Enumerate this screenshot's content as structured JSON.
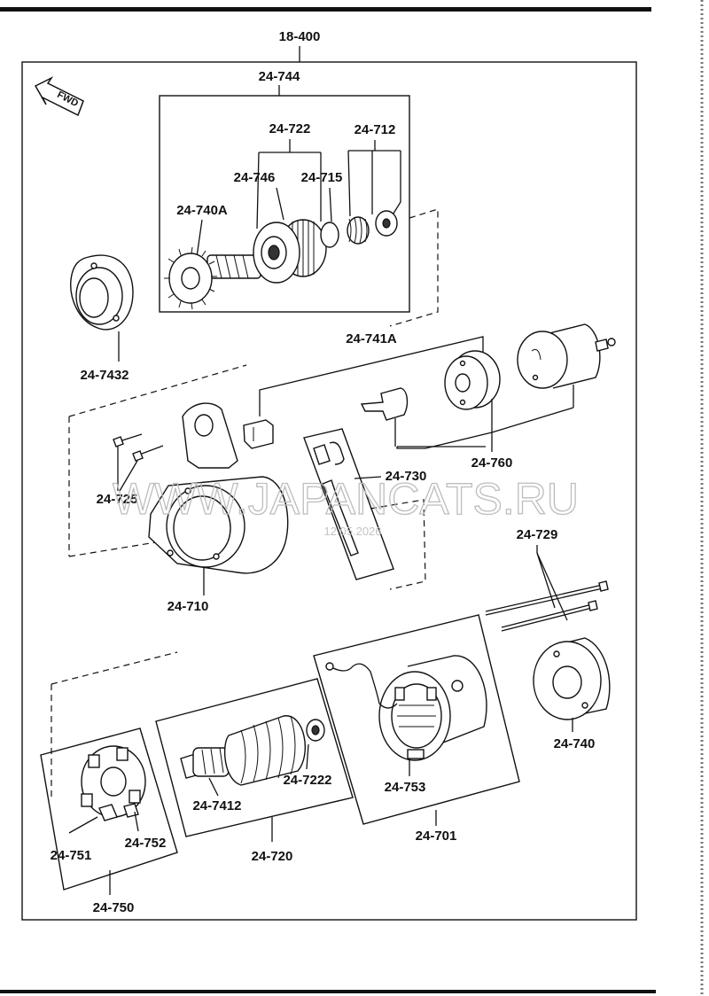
{
  "labels": {
    "assembly": "18-400",
    "l_24744": "24-744",
    "l_24722": "24-722",
    "l_24712": "24-712",
    "l_24746": "24-746",
    "l_24715": "24-715",
    "l_24740A": "24-740A",
    "l_247432": "24-7432",
    "l_24741A": "24-741A",
    "l_24760": "24-760",
    "l_24730": "24-730",
    "l_24725": "24-725",
    "l_24710": "24-710",
    "l_24729": "24-729",
    "l_24740": "24-740",
    "l_247222": "24-7222",
    "l_24753": "24-753",
    "l_247412": "24-7412",
    "l_24751": "24-751",
    "l_24752": "24-752",
    "l_24720": "24-720",
    "l_24701": "24-701",
    "l_24750": "24-750"
  },
  "fwd_label": "FWD",
  "watermark": {
    "text": "WWW.JAPANCATS.RU",
    "date": "12.05.2026"
  }
}
